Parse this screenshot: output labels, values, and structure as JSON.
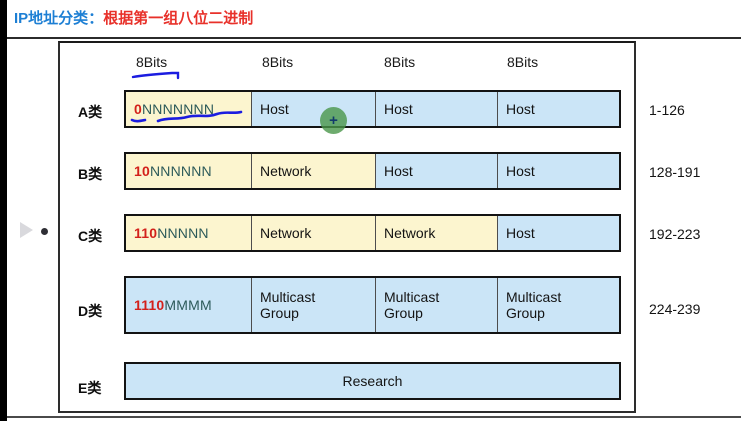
{
  "title": {
    "label_cn": "IP地址分类",
    "colon": "：",
    "desc_red": "根据第一组八位二进制"
  },
  "header": {
    "bits": [
      "8Bits",
      "8Bits",
      "8Bits",
      "8Bits"
    ]
  },
  "rows": [
    {
      "class_label": "A类",
      "bits_prefix": "0",
      "bits_rest": "NNNNNNN",
      "cells": [
        {
          "text": "Host",
          "bg": "#cbe5f7"
        },
        {
          "text": "Host",
          "bg": "#cbe5f7"
        },
        {
          "text": "Host",
          "bg": "#cbe5f7"
        }
      ],
      "first_bg": "#fcf5cf",
      "range": "1-126"
    },
    {
      "class_label": "B类",
      "bits_prefix": "10",
      "bits_rest": "NNNNNN",
      "cells": [
        {
          "text": "Network",
          "bg": "#fcf5cf"
        },
        {
          "text": "Host",
          "bg": "#cbe5f7"
        },
        {
          "text": "Host",
          "bg": "#cbe5f7"
        }
      ],
      "first_bg": "#fcf5cf",
      "range": "128-191"
    },
    {
      "class_label": "C类",
      "bits_prefix": "110",
      "bits_rest": "NNNNN",
      "cells": [
        {
          "text": "Network",
          "bg": "#fcf5cf"
        },
        {
          "text": "Network",
          "bg": "#fcf5cf"
        },
        {
          "text": "Host",
          "bg": "#cbe5f7"
        }
      ],
      "first_bg": "#fcf5cf",
      "range": "192-223"
    },
    {
      "class_label": "D类",
      "bits_prefix": "1110",
      "bits_rest": "MMMM",
      "cells": [
        {
          "line1": "Multicast",
          "line2": "Group",
          "bg": "#cbe5f7"
        },
        {
          "line1": "Multicast",
          "line2": "Group",
          "bg": "#cbe5f7"
        },
        {
          "line1": "Multicast",
          "line2": "Group",
          "bg": "#cbe5f7"
        }
      ],
      "first_bg": "#cbe5f7",
      "range": "224-239"
    },
    {
      "class_label": "E类",
      "merged_text": "Research",
      "merged_bg": "#cbe5f7",
      "range": ""
    }
  ],
  "annotations": {
    "ink_color": "#1b1ce0",
    "ink_strokes": [
      "underline-8bits",
      "underline-zero",
      "underline-nnnnnnn"
    ]
  },
  "cursor": {
    "glyph": "+",
    "color": "#123a6b",
    "halo_color": "#4a964a"
  },
  "decorations": {
    "play_triangle": "play-triangle",
    "bullet": "bullet-dot",
    "left_strip": "film-strip"
  },
  "colors": {
    "title_blue": "#1d7fd4",
    "title_red": "#e8312a",
    "bits_prefix_red": "#d3211b",
    "bits_rest_teal": "#2c5a5a",
    "yellow_cell": "#fcf5cf",
    "blue_cell": "#cbe5f7"
  }
}
